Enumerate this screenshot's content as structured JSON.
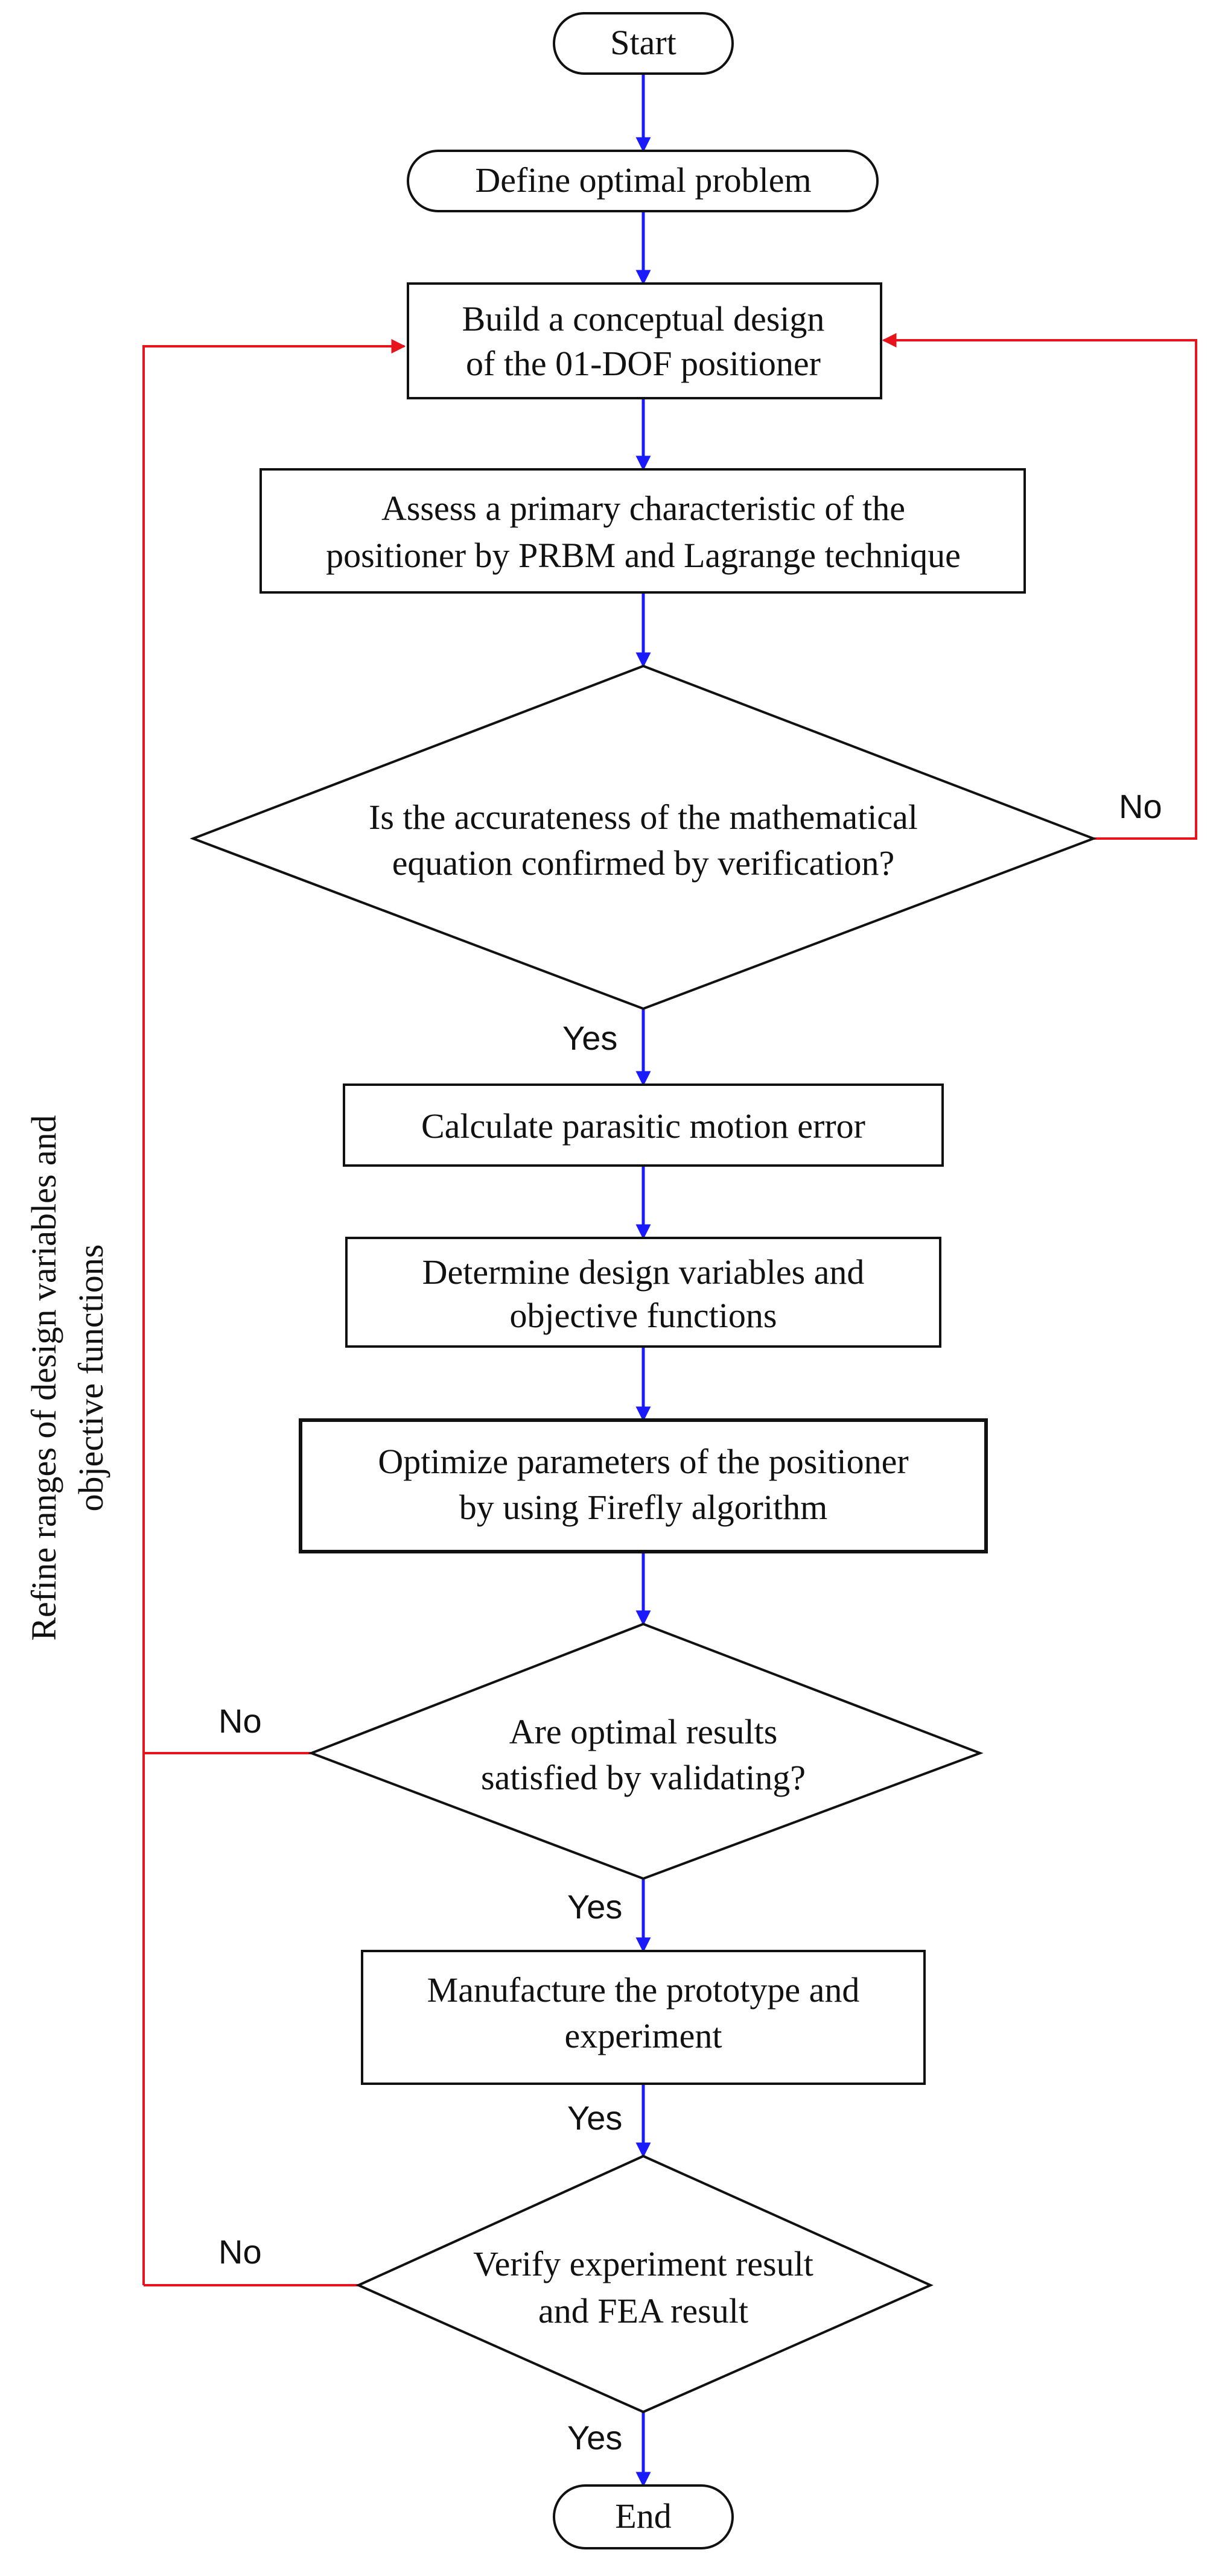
{
  "nodes": {
    "start": {
      "lines": [
        "Start"
      ]
    },
    "define": {
      "lines": [
        "Define optimal problem"
      ]
    },
    "build": {
      "lines": [
        "Build a conceptual design",
        "of the 01-DOF positioner"
      ]
    },
    "assess": {
      "lines": [
        "Assess a primary characteristic of the",
        "positioner by PRBM and Lagrange technique"
      ]
    },
    "verify_eq": {
      "lines": [
        "Is the accurateness of the mathematical",
        "equation confirmed by verification?"
      ]
    },
    "calc": {
      "lines": [
        "Calculate parasitic motion error"
      ]
    },
    "determine": {
      "lines": [
        "Determine design variables and",
        "objective functions"
      ]
    },
    "optimize": {
      "lines": [
        "Optimize parameters of the positioner",
        "by using Firefly algorithm"
      ]
    },
    "validate": {
      "lines": [
        "Are optimal results",
        "satisfied by validating?"
      ]
    },
    "manufacture": {
      "lines": [
        "Manufacture the prototype and",
        "experiment"
      ]
    },
    "verify_exp": {
      "lines": [
        "Verify experiment result",
        "and FEA result"
      ]
    },
    "end": {
      "lines": [
        "End"
      ]
    }
  },
  "edge_labels": {
    "verify_eq_no": "No",
    "verify_eq_yes": "Yes",
    "validate_no": "No",
    "validate_yes": "Yes",
    "manufacture_yes": "Yes",
    "verify_exp_no": "No",
    "verify_exp_yes": "Yes"
  },
  "side_label": {
    "lines": [
      "Refine ranges of design variables and",
      "objective functions"
    ]
  },
  "colors": {
    "flow_arrow": "#1a1aff",
    "feedback_arrow": "#e8141c",
    "outline": "#111111"
  }
}
